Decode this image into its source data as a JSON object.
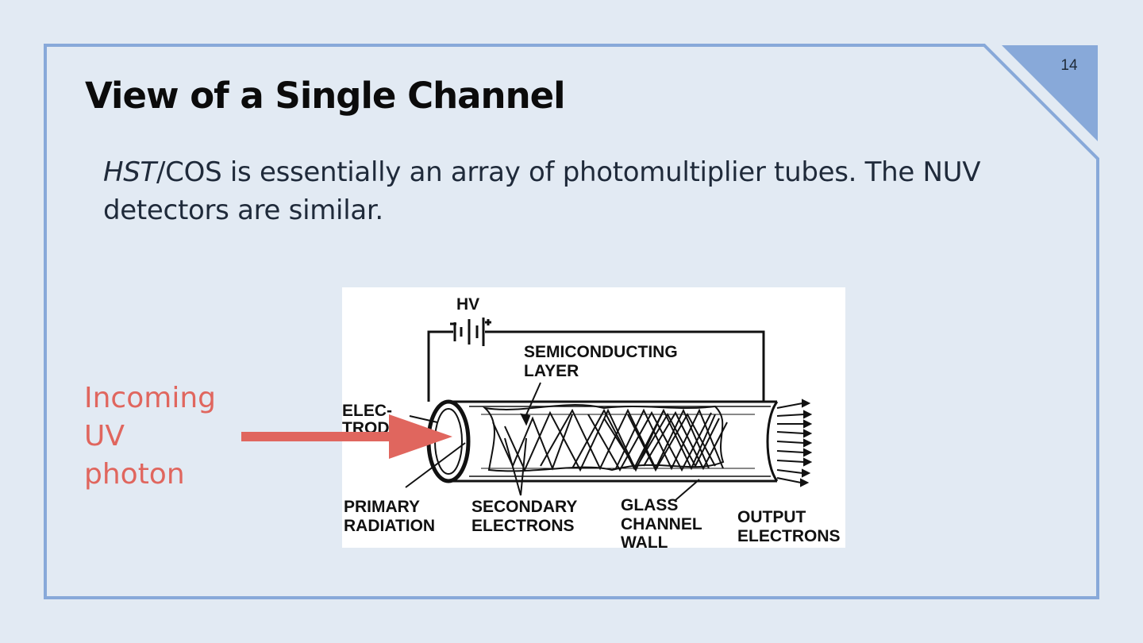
{
  "slide": {
    "title": "View of a Single Channel",
    "page_number": "14",
    "body": {
      "italic_part": "HST",
      "rest": "/COS is essentially an array of photomultiplier tubes. The NUV detectors are similar."
    },
    "callout": [
      "Incoming",
      "UV",
      "photon"
    ]
  },
  "diagram": {
    "labels": {
      "hv": "HV",
      "semiconducting_line1": "SEMICONDUCTING",
      "semiconducting_line2": "LAYER",
      "electrode_line1": "ELEC-",
      "electrode_line2": "TROD",
      "primary_line1": "PRIMARY",
      "primary_line2": "RADIATION",
      "secondary_line1": "SECONDARY",
      "secondary_line2": "ELECTRONS",
      "glass_line1": "GLASS",
      "glass_line2": "CHANNEL",
      "glass_line3": "WALL",
      "output_line1": "OUTPUT",
      "output_line2": "ELECTRONS"
    }
  },
  "colors": {
    "background": "#e2eaf3",
    "frame": "#88a9d9",
    "accent": "#e0665e",
    "text": "#1f2a3a"
  }
}
